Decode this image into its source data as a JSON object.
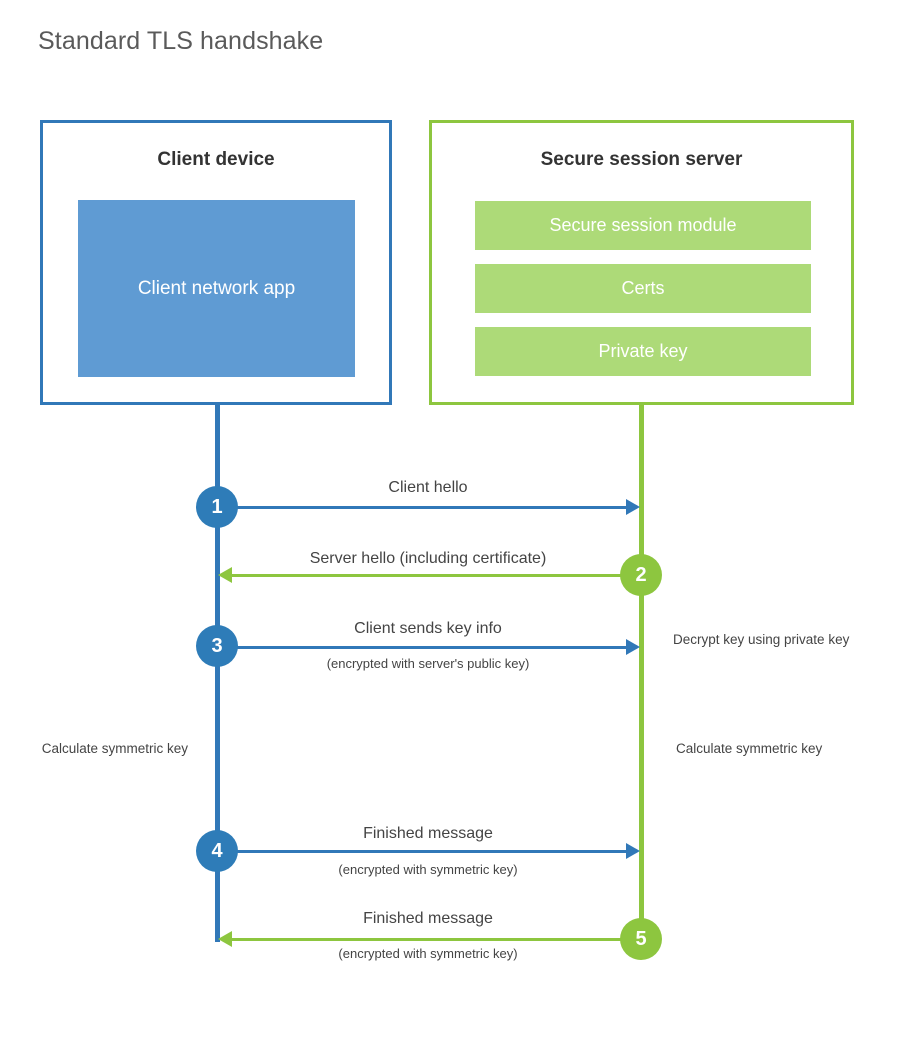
{
  "title": "Standard TLS handshake",
  "parties": {
    "client": {
      "title": "Client device",
      "app_label": "Client network app",
      "color": "#3178b8",
      "app_fill": "#5f9bd3"
    },
    "server": {
      "title": "Secure session server",
      "color": "#8dc63f",
      "module_fill": "#adda78",
      "modules": [
        {
          "label": "Secure session module"
        },
        {
          "label": "Certs"
        },
        {
          "label": "Private key"
        }
      ]
    }
  },
  "steps": [
    {
      "number": "1",
      "origin": "client",
      "direction": "client-to-server",
      "label": "Client hello",
      "sublabel": "",
      "color": "#3178b8"
    },
    {
      "number": "2",
      "origin": "server",
      "direction": "server-to-client",
      "label": "Server hello (including certificate)",
      "sublabel": "",
      "color": "#8dc63f"
    },
    {
      "number": "3",
      "origin": "client",
      "direction": "client-to-server",
      "label": "Client sends key info",
      "sublabel": "(encrypted with server's public key)",
      "color": "#3178b8"
    },
    {
      "number": "4",
      "origin": "client",
      "direction": "client-to-server",
      "label": "Finished message",
      "sublabel": "(encrypted with symmetric key)",
      "color": "#3178b8"
    },
    {
      "number": "5",
      "origin": "server",
      "direction": "server-to-client",
      "label": "Finished message",
      "sublabel": "(encrypted with symmetric key)",
      "color": "#8dc63f"
    }
  ],
  "annotations": {
    "decrypt_note": "Decrypt key using private key",
    "calculate_client": "Calculate symmetric key",
    "calculate_server": "Calculate symmetric key"
  }
}
